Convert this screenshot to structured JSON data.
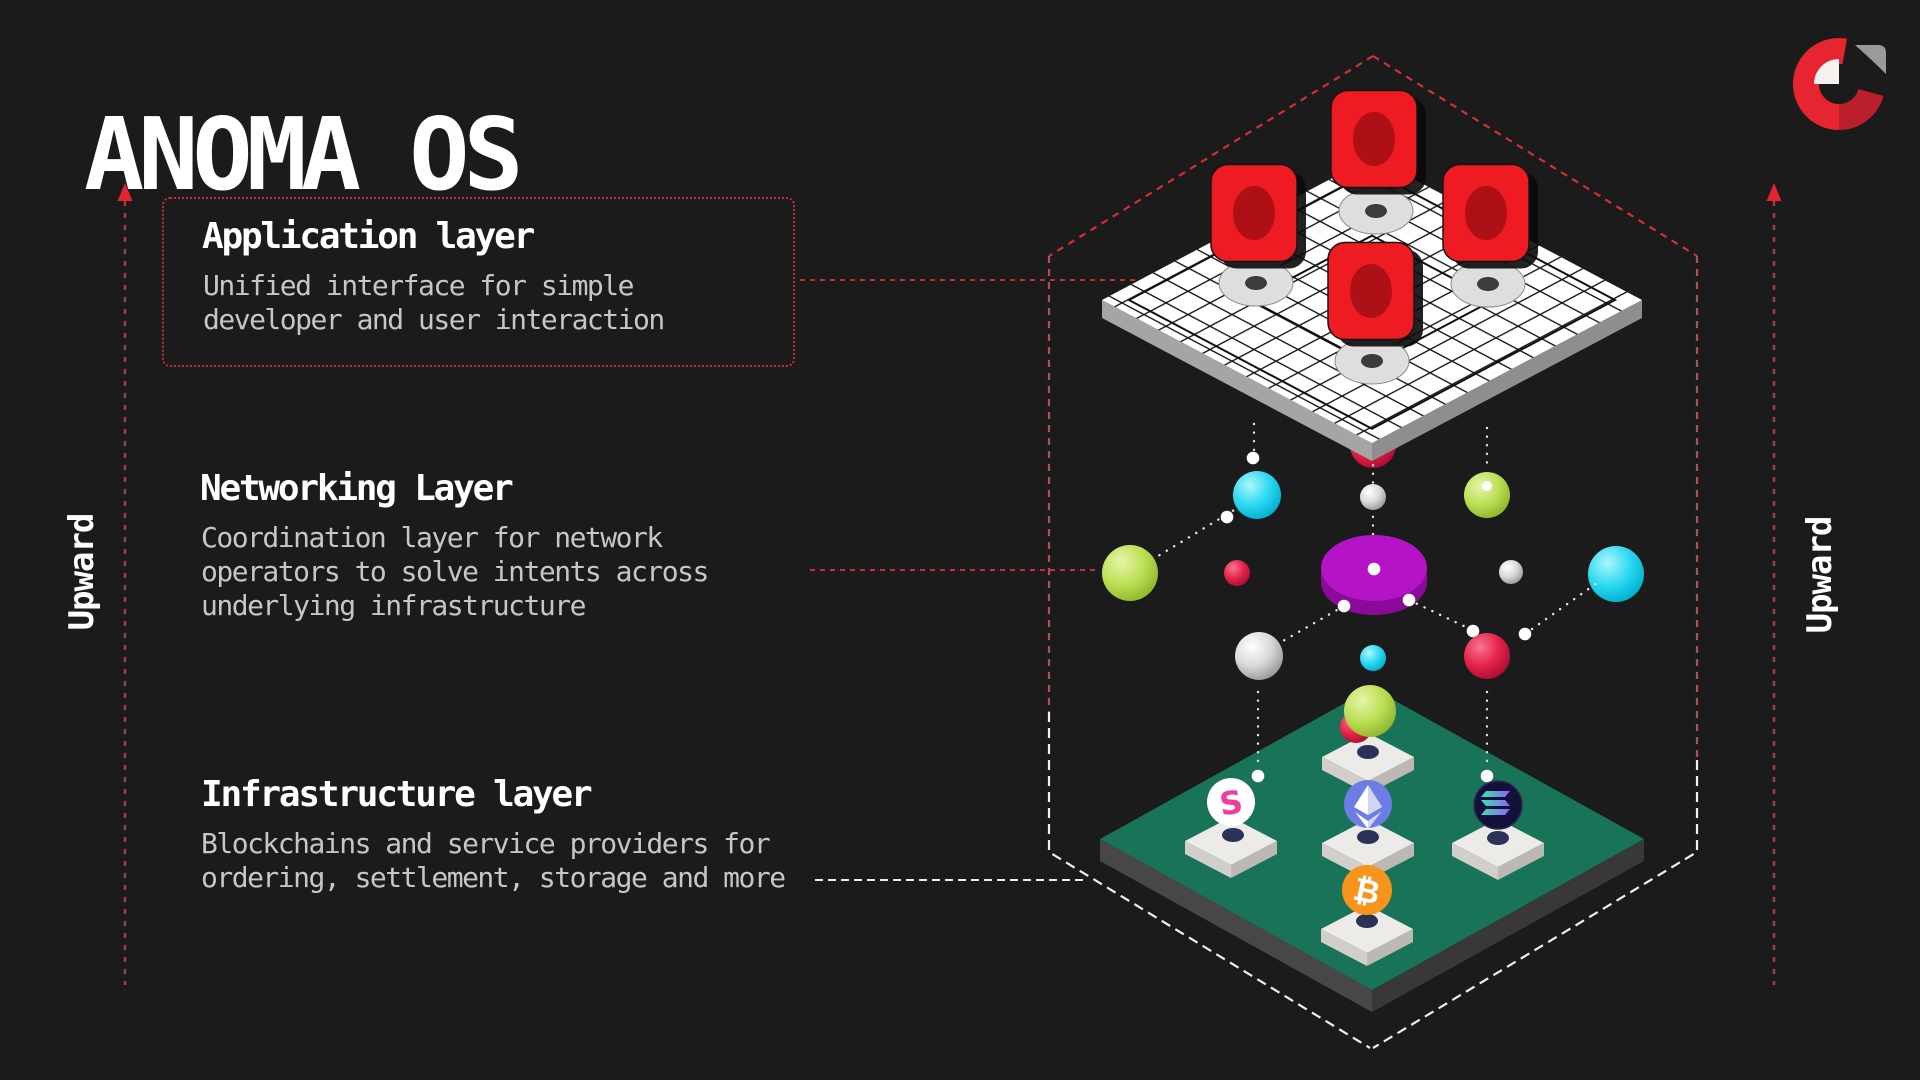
{
  "page": {
    "title": "ANOMA OS",
    "background": "#1b1b1b",
    "accent_red": "#d32f37",
    "accent_white": "#f2eeea"
  },
  "brand": {
    "logo": "anoma-logo"
  },
  "axis": {
    "left_label": "Upward",
    "right_label": "Upward"
  },
  "sections": [
    {
      "id": "application",
      "title": "Application layer",
      "lines": [
        "Unified interface for simple",
        "developer and user interaction"
      ],
      "boxed": true
    },
    {
      "id": "networking",
      "title": "Networking Layer",
      "lines": [
        "Coordination layer for network",
        "operators to solve intents across",
        "underlying infrastructure"
      ],
      "boxed": false
    },
    {
      "id": "infrastructure",
      "title": "Infrastructure layer",
      "lines": [
        "Blockchains and service providers for",
        "ordering, settlement, storage and more"
      ],
      "boxed": false
    }
  ],
  "diagram": {
    "application_platform": {
      "type": "circuit-board",
      "surface_color": "#ffffff",
      "chip_count": 4,
      "pad_count": 4,
      "chip_color": "#ee1b22"
    },
    "networking_layer": {
      "hub": {
        "shape": "disc",
        "color": "#b414c6"
      },
      "node_colors": [
        "#2bd9f0",
        "#bcdf55",
        "#e6234a",
        "#d8d8d8"
      ],
      "link_style": "dotted-white"
    },
    "infrastructure_platform": {
      "surface_color": "#187358",
      "providers": [
        {
          "name": "token-sphere",
          "color": "#bcdf55",
          "glyph": ""
        },
        {
          "name": "s-token",
          "color": "#ee3d9e",
          "glyph": "S"
        },
        {
          "name": "ethereum",
          "color": "#6e7ce6",
          "glyph": ""
        },
        {
          "name": "solana",
          "color": "#13103a",
          "glyph": ""
        },
        {
          "name": "bitcoin",
          "color": "#f7941c",
          "glyph": "₿"
        }
      ]
    }
  }
}
